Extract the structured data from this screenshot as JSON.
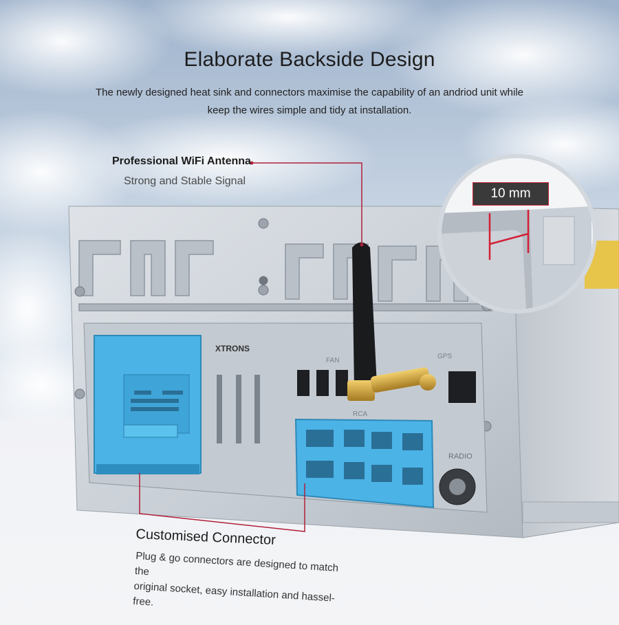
{
  "page": {
    "title": "Elaborate Backside Design",
    "description_lines": [
      "The newly designed heat sink and connectors maximise the capability of an andriod unit while",
      "keep the wires simple and tidy at installation."
    ]
  },
  "callouts": {
    "wifi": {
      "title": "Professional WiFi Antenna",
      "subtitle": "Strong and Stable Signal"
    },
    "connector": {
      "title": "Customised Connector",
      "text_lines": [
        "Plug & go connectors are designed to match the",
        "original socket, easy installation and hassel-free."
      ]
    },
    "magnifier": {
      "label": "10 mm"
    }
  },
  "unit": {
    "brand": "XTRONS",
    "port_labels": {
      "fan": "FAN",
      "gps": "GPS",
      "rca": "RCA",
      "radio": "RADIO"
    }
  },
  "colors": {
    "accent": "#b0203a",
    "connector_blue": "#4cb3e6",
    "metal": "#c9cfd6"
  }
}
